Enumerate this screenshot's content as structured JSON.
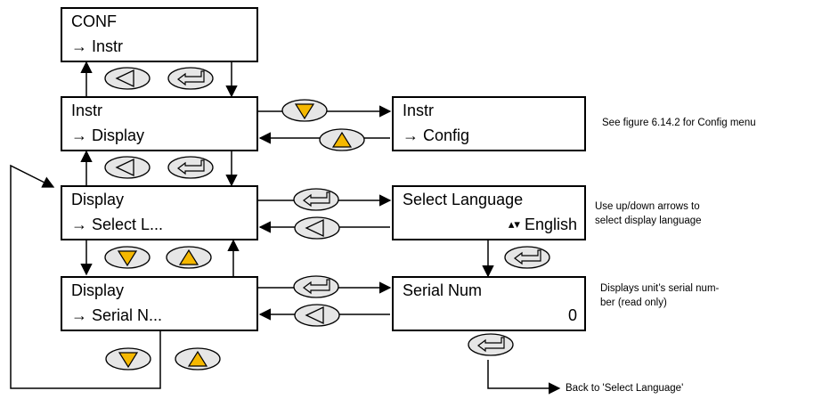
{
  "boxes": {
    "conf": {
      "line1": "CONF",
      "line2": "→ Instr"
    },
    "instr_display": {
      "line1": "Instr",
      "line2": "→  Display"
    },
    "instr_config": {
      "line1": "Instr",
      "line2": "→  Config"
    },
    "display_select": {
      "line1": "Display",
      "line2": "→  Select L..."
    },
    "select_language": {
      "line1": "Select Language",
      "value": "English",
      "value_icon": "up-down-arrows-icon"
    },
    "display_serial": {
      "line1": "Display",
      "line2": "→  Serial N..."
    },
    "serial_num": {
      "line1": "Serial Num",
      "value": "0"
    }
  },
  "notes": {
    "config_menu": "See figure 6.14.2 for Config menu",
    "language_line1": "Use up/down arrows to",
    "language_line2": "select display language",
    "serial_line1": "Displays unit’s serial num-",
    "serial_line2": "ber (read only)",
    "back": "Back to 'Select Language'"
  },
  "buttons": {
    "left": "left-arrow-button",
    "enter": "enter-button",
    "down": "down-arrow-button",
    "up": "up-arrow-button"
  },
  "colors": {
    "button_fill": "#e6e6e6",
    "arrow_fill": "#f5b800",
    "line": "#000000"
  }
}
